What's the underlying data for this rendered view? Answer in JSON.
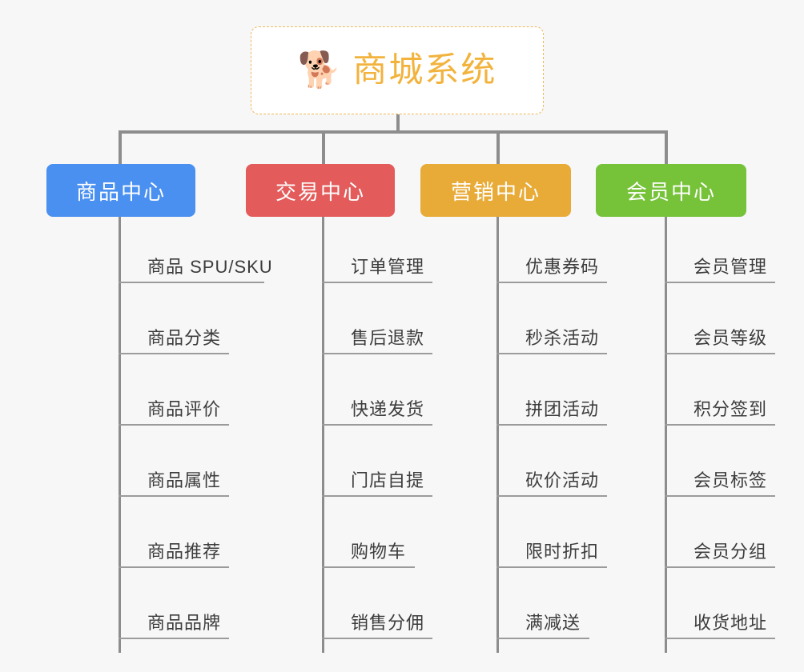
{
  "page": {
    "background_color": "#f7f7f7",
    "type": "org-chart"
  },
  "root": {
    "icon": "shiba-dog-face-emoji",
    "emoji": "🐕",
    "title": "商城系统",
    "text_color": "#f2b33d",
    "border_color": "#f0b95c",
    "background_color": "#ffffff"
  },
  "connector": {
    "color": "#8d8d8d"
  },
  "columns": [
    {
      "id": "product-center",
      "header": "商品中心",
      "color": "#4a90f0",
      "items": [
        "商品 SPU/SKU",
        "商品分类",
        "商品评价",
        "商品属性",
        "商品推荐",
        "商品品牌"
      ]
    },
    {
      "id": "trade-center",
      "header": "交易中心",
      "color": "#e35b5b",
      "items": [
        "订单管理",
        "售后退款",
        "快递发货",
        "门店自提",
        "购物车",
        "销售分佣"
      ]
    },
    {
      "id": "marketing-center",
      "header": "营销中心",
      "color": "#e8ab38",
      "items": [
        "优惠券码",
        "秒杀活动",
        "拼团活动",
        "砍价活动",
        "限时折扣",
        "满减送"
      ]
    },
    {
      "id": "member-center",
      "header": "会员中心",
      "color": "#76c239",
      "items": [
        "会员管理",
        "会员等级",
        "积分签到",
        "会员标签",
        "会员分组",
        "收货地址"
      ]
    }
  ]
}
